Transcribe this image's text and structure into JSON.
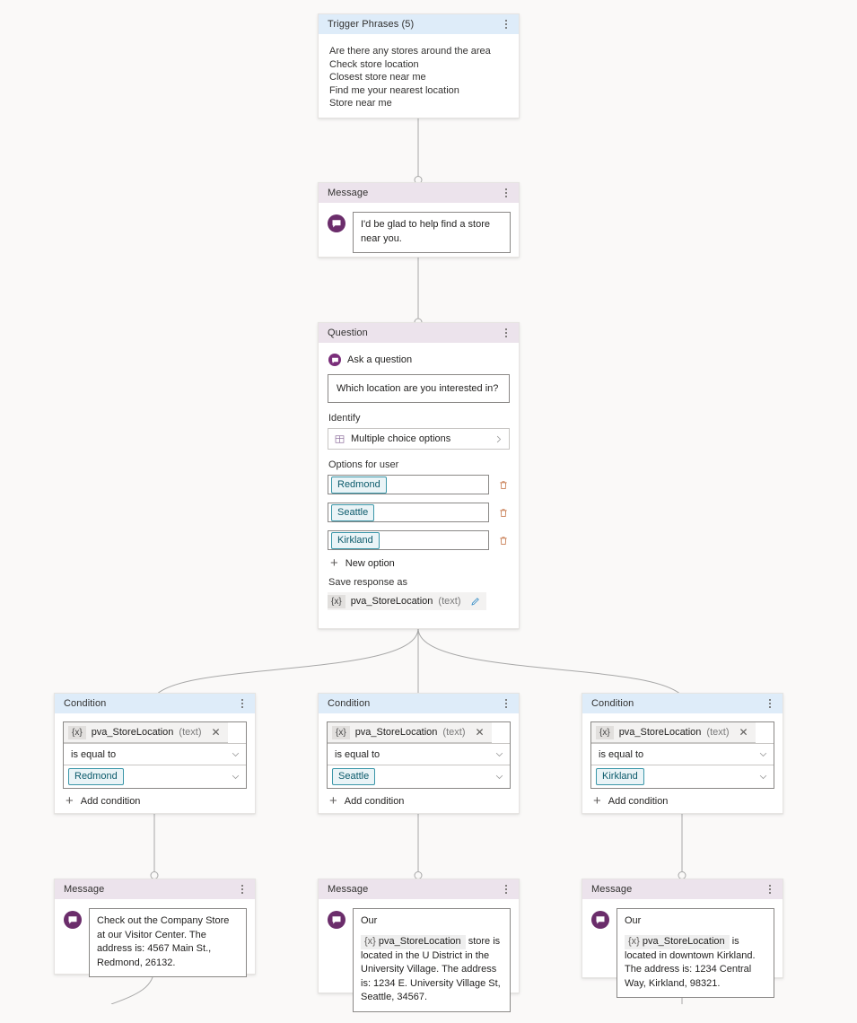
{
  "colors": {
    "canvas_bg": "#faf9f8",
    "header_blue": "#deecf9",
    "header_pink": "#ece3ec",
    "bot_purple": "#6b2d6b",
    "chip_border": "#3a96a8",
    "chip_bg": "#eaf4f7",
    "connector": "#a8a8a8"
  },
  "nodes": {
    "trigger": {
      "title": "Trigger Phrases (5)",
      "phrases": [
        "Are there any stores around the area",
        "Check store location",
        "Closest store near me",
        "Find me your nearest location",
        "Store near me"
      ]
    },
    "greeting_message": {
      "title": "Message",
      "avatar_icon": "chat-bubble-icon",
      "text": "I'd be glad to help find a store near you."
    },
    "question": {
      "title": "Question",
      "ask_label": "Ask a question",
      "ask_icon": "question-bot-icon",
      "question_text": "Which location are you interested in?",
      "identify_label": "Identify",
      "identify_value": "Multiple choice options",
      "identify_icon": "grid-icon",
      "identify_chevron": "chevron-right-icon",
      "options_label": "Options for user",
      "options": [
        {
          "value": "Redmond",
          "delete_icon": "trash-icon"
        },
        {
          "value": "Seattle",
          "delete_icon": "trash-icon"
        },
        {
          "value": "Kirkland",
          "delete_icon": "trash-icon"
        }
      ],
      "new_option_label": "New option",
      "new_option_icon": "plus-icon",
      "save_label": "Save response as",
      "save_var_badge": "{x}",
      "save_var_name": "pva_StoreLocation",
      "save_var_type": "(text)",
      "edit_icon": "pencil-icon"
    },
    "conditions": [
      {
        "title": "Condition",
        "var_badge": "{x}",
        "var_name": "pva_StoreLocation",
        "var_type": "(text)",
        "remove_icon": "close-icon",
        "operator": "is equal to",
        "value": "Redmond",
        "add_label": "Add condition",
        "add_icon": "plus-icon"
      },
      {
        "title": "Condition",
        "var_badge": "{x}",
        "var_name": "pva_StoreLocation",
        "var_type": "(text)",
        "remove_icon": "close-icon",
        "operator": "is equal to",
        "value": "Seattle",
        "add_label": "Add condition",
        "add_icon": "plus-icon"
      },
      {
        "title": "Condition",
        "var_badge": "{x}",
        "var_name": "pva_StoreLocation",
        "var_type": "(text)",
        "remove_icon": "close-icon",
        "operator": "is equal to",
        "value": "Kirkland",
        "add_label": "Add condition",
        "add_icon": "plus-icon"
      }
    ],
    "result_messages": [
      {
        "title": "Message",
        "avatar_icon": "chat-bubble-icon",
        "lines": [
          {
            "type": "text",
            "text": "Check out the Company Store at our Visitor Center. The address is: 4567 Main St., Redmond, 26132."
          }
        ]
      },
      {
        "title": "Message",
        "avatar_icon": "chat-bubble-icon",
        "lines": [
          {
            "type": "text",
            "text": "Our"
          },
          {
            "type": "mixed",
            "badge": "{x}",
            "var_name": "pva_StoreLocation",
            "text": "store is located in the U District in the University Village. The address is: 1234 E. University Village St, Seattle, 34567."
          }
        ]
      },
      {
        "title": "Message",
        "avatar_icon": "chat-bubble-icon",
        "lines": [
          {
            "type": "text",
            "text": "Our"
          },
          {
            "type": "mixed",
            "badge": "{x}",
            "var_name": "pva_StoreLocation",
            "text": "is located in downtown Kirkland. The address is: 1234 Central Way, Kirkland, 98321."
          }
        ]
      }
    ]
  }
}
